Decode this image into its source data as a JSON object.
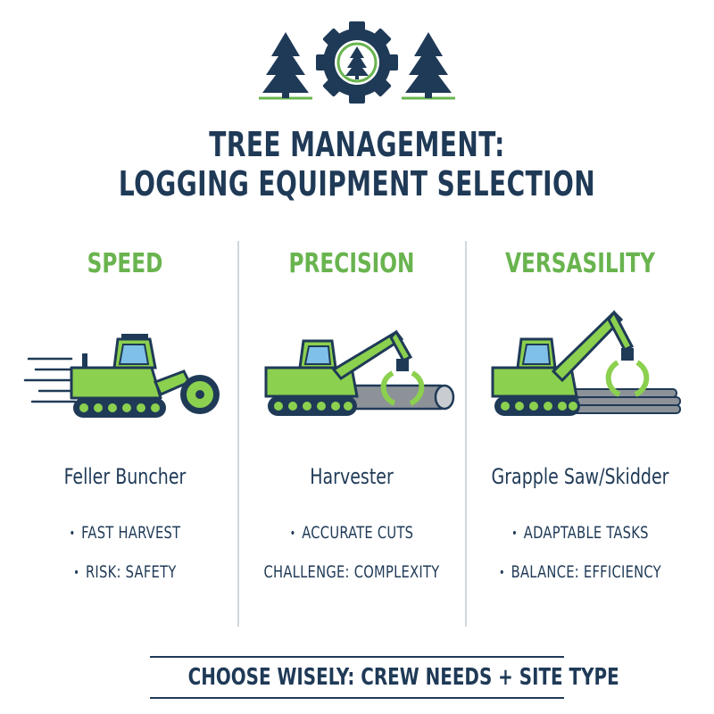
{
  "header": {
    "icons": [
      "pine-tree-icon",
      "gear-tree-icon",
      "pine-tree-icon"
    ],
    "title_line1": "TREE MANAGEMENT:",
    "title_line2": "LOGGING EQUIPMENT SELECTION"
  },
  "colors": {
    "navy": "#1f3a57",
    "green": "#69b44f",
    "light_green": "#8bd04e",
    "divider": "#cfd6dd"
  },
  "columns": [
    {
      "heading": "SPEED",
      "machine_icon": "feller-buncher-icon",
      "machine": "Feller Buncher",
      "bullets": [
        "FAST HARVEST",
        "RISK: SAFETY"
      ],
      "bullet_dots": [
        true,
        true
      ]
    },
    {
      "heading": "PRECISION",
      "machine_icon": "harvester-icon",
      "machine": "Harvester",
      "bullets": [
        "ACCURATE CUTS",
        "CHALLENGE: COMPLEXITY"
      ],
      "bullet_dots": [
        true,
        false
      ]
    },
    {
      "heading": "VERSASILITY",
      "machine_icon": "grapple-skidder-icon",
      "machine": "Grapple Saw/Skidder",
      "bullets": [
        "ADAPTABLE TASKS",
        "BALANCE: EFFICIENCY"
      ],
      "bullet_dots": [
        true,
        true
      ]
    }
  ],
  "footer": {
    "text": "CHOOSE WISELY: CREW NEEDS + SITE TYPE"
  }
}
